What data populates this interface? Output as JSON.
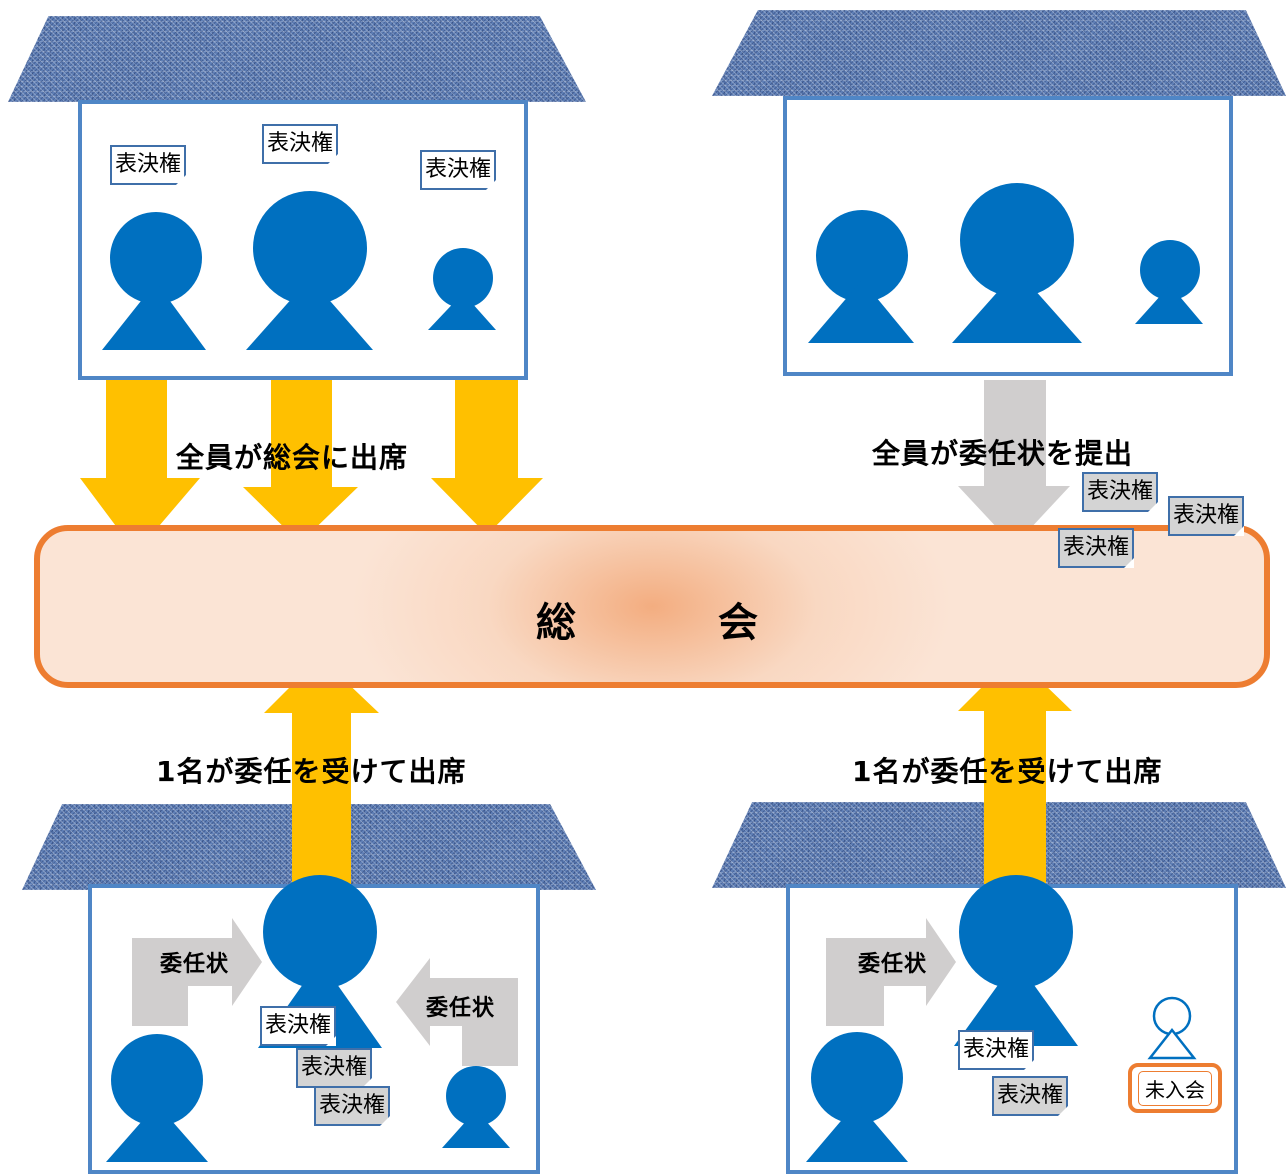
{
  "colors": {
    "person": "#0070c0",
    "house_outline": "#4f86c6",
    "roof": "#5f7fb6",
    "attend_arrow": "#ffc000",
    "proxy_arrow": "#d0cece",
    "meeting_border": "#ed7d31",
    "meeting_fill": "#fbe4d5"
  },
  "icons": {
    "person": "person-icon",
    "house": "house-icon",
    "vote_slip": "document-icon"
  },
  "meeting": {
    "chars": [
      "総",
      "会"
    ]
  },
  "vote_label": "表決権",
  "proxy_label": "委任状",
  "captions": {
    "all_attend": "全員が総会に出席",
    "all_submit_proxy": "全員が委任状を提出",
    "one_attends_left": "1名が委任を受けて出席",
    "one_attends_right": "1名が委任を受けて出席"
  },
  "nonmember": "未入会"
}
